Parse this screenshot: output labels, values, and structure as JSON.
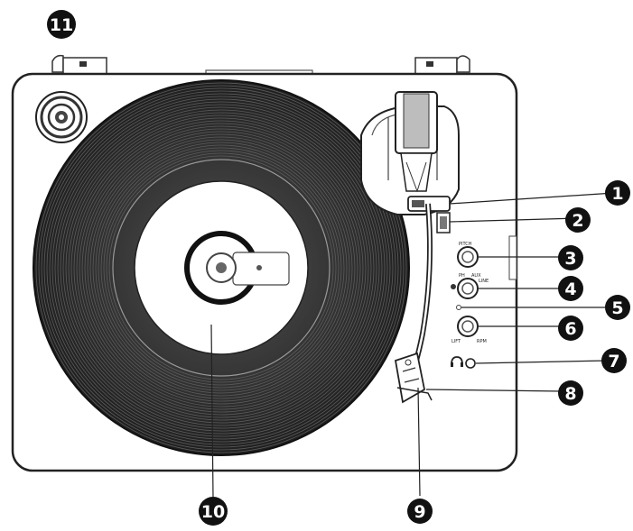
{
  "callouts": [
    {
      "id": "1",
      "label": "1"
    },
    {
      "id": "2",
      "label": "2"
    },
    {
      "id": "3",
      "label": "3"
    },
    {
      "id": "4",
      "label": "4"
    },
    {
      "id": "5",
      "label": "5"
    },
    {
      "id": "6",
      "label": "6"
    },
    {
      "id": "7",
      "label": "7"
    },
    {
      "id": "8",
      "label": "8"
    },
    {
      "id": "9",
      "label": "9"
    },
    {
      "id": "10",
      "label": "10"
    },
    {
      "id": "11",
      "label": "11"
    }
  ],
  "panel_labels": {
    "knob_top": "PITCH",
    "knob_mid_left": "PH",
    "knob_mid_right": "AUX",
    "knob_mid_sub": "LINE",
    "knob_bottom_left": "LIFT",
    "knob_bottom_right": "RPM"
  },
  "colors": {
    "ink": "#1a1a1a",
    "callout_fill": "#111111",
    "platter_dark": "#2b2b2b",
    "background": "#ffffff"
  }
}
